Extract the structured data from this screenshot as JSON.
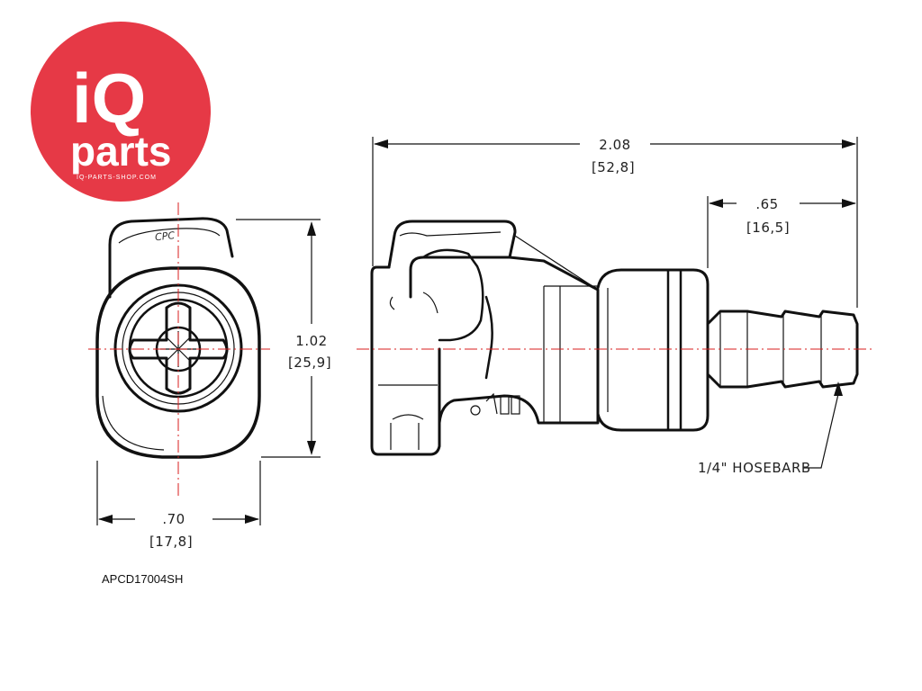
{
  "logo": {
    "line1": "iQ",
    "line2": "parts",
    "url": "IQ-PARTS-SHOP.COM",
    "color": "#e63946"
  },
  "dimensions": {
    "overall_length": {
      "inch": "2.08",
      "mm": "[52,8]"
    },
    "barb_length": {
      "inch": ".65",
      "mm": "[16,5]"
    },
    "height": {
      "inch": "1.02",
      "mm": "[25,9]"
    },
    "width": {
      "inch": ".70",
      "mm": "[17,8]"
    }
  },
  "callout": "1/4\" HOSEBARB",
  "part_number": "APCD17004SH",
  "stamp": "CPC"
}
